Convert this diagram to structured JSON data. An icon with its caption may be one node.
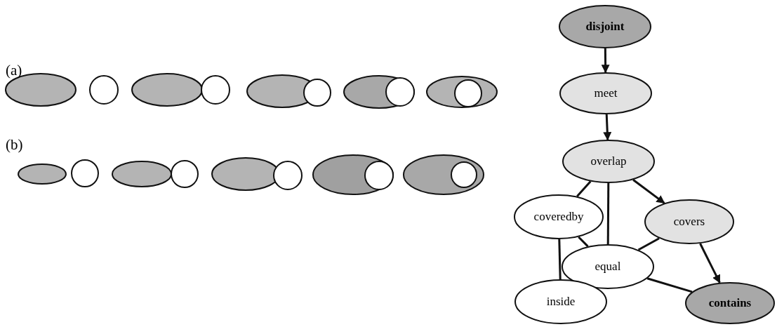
{
  "diagram": {
    "nodes": [
      {
        "text": [
          "disjoint"
        ]
      },
      {
        "text": [
          "meet"
        ]
      },
      {
        "text": [
          "overlap"
        ]
      },
      {
        "text": [
          "coveredby"
        ]
      },
      {
        "text": [
          "covers"
        ]
      },
      {
        "text": [
          "equal"
        ]
      },
      {
        "text": [
          "inside"
        ]
      },
      {
        "text": [
          "contains"
        ]
      }
    ],
    "edges": [
      {
        "from": 0,
        "to": 1,
        "arrow": "to"
      },
      {
        "from": 1,
        "to": 2,
        "arrow": "to"
      },
      {
        "from": 2,
        "to": 3,
        "arrow": "none"
      },
      {
        "from": 2,
        "to": 5,
        "arrow": "none"
      },
      {
        "from": 2,
        "to": 4,
        "arrow": "to"
      },
      {
        "from": 3,
        "to": 5,
        "arrow": "none"
      },
      {
        "from": 4,
        "to": 5,
        "arrow": "none"
      },
      {
        "from": 3,
        "to": 6,
        "arrow": "none"
      },
      {
        "from": 5,
        "to": 6,
        "arrow": "none"
      },
      {
        "from": 5,
        "to": 7,
        "arrow": "none"
      },
      {
        "from": 4,
        "to": 7,
        "arrow": "to"
      }
    ],
    "labels": [
      "(a)",
      "(b)"
    ]
  }
}
